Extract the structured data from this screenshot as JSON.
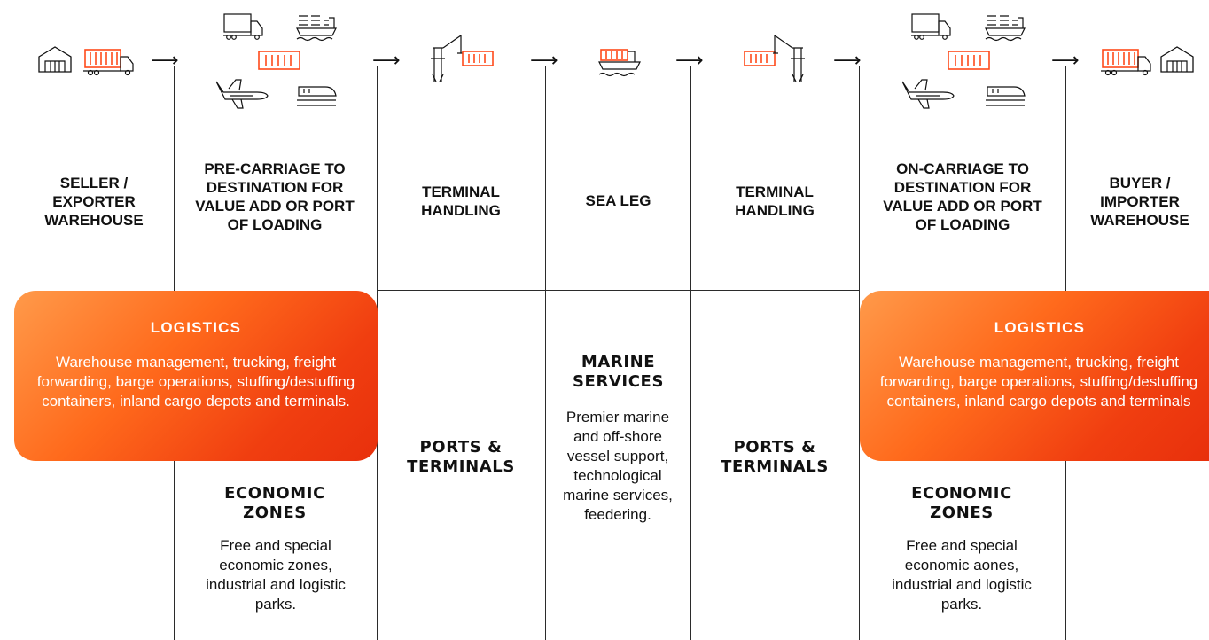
{
  "accent_color": "#ff4a1a",
  "line_color": "#2b2b2b",
  "icons": [
    "warehouse-icon",
    "truck-icon",
    "arrow-right-icon",
    "plane-icon",
    "train-icon",
    "ship-icon",
    "crane-icon",
    "container-icon"
  ],
  "stages": [
    {
      "label": "SELLER / EXPORTER WAREHOUSE"
    },
    {
      "label": "PRE-CARRIAGE TO DESTINATION FOR VALUE ADD OR PORT OF LOADING"
    },
    {
      "label": "TERMINAL HANDLING"
    },
    {
      "label": "SEA LEG"
    },
    {
      "label": "TERMINAL HANDLING"
    },
    {
      "label": "ON-CARRIAGE TO DESTINATION FOR VALUE ADD OR PORT OF LOADING"
    },
    {
      "label": "BUYER / IMPORTER WAREHOUSE"
    }
  ],
  "services": {
    "logistics_left": {
      "title": "LOGISTICS",
      "body": "Warehouse management, trucking, freight forwarding, barge operations, stuffing/destuffing containers, inland cargo depots and terminals."
    },
    "logistics_right": {
      "title": "LOGISTICS",
      "body": "Warehouse management, trucking, freight forwarding, barge operations, stuffing/destuffing containers, inland cargo depots and terminals"
    },
    "economic_left": {
      "title": "ECONOMIC ZONES",
      "body": "Free and special economic zones, industrial and logistic parks."
    },
    "economic_right": {
      "title": "ECONOMIC ZONES",
      "body": "Free and special economic aones, industrial and logistic parks."
    },
    "ports_left": {
      "title": "PORTS & TERMINALS"
    },
    "ports_right": {
      "title": "PORTS & TERMINALS"
    },
    "marine": {
      "title": "MARINE SERVICES",
      "body": "Premier marine and off-shore vessel support, technological marine services, feedering."
    }
  }
}
